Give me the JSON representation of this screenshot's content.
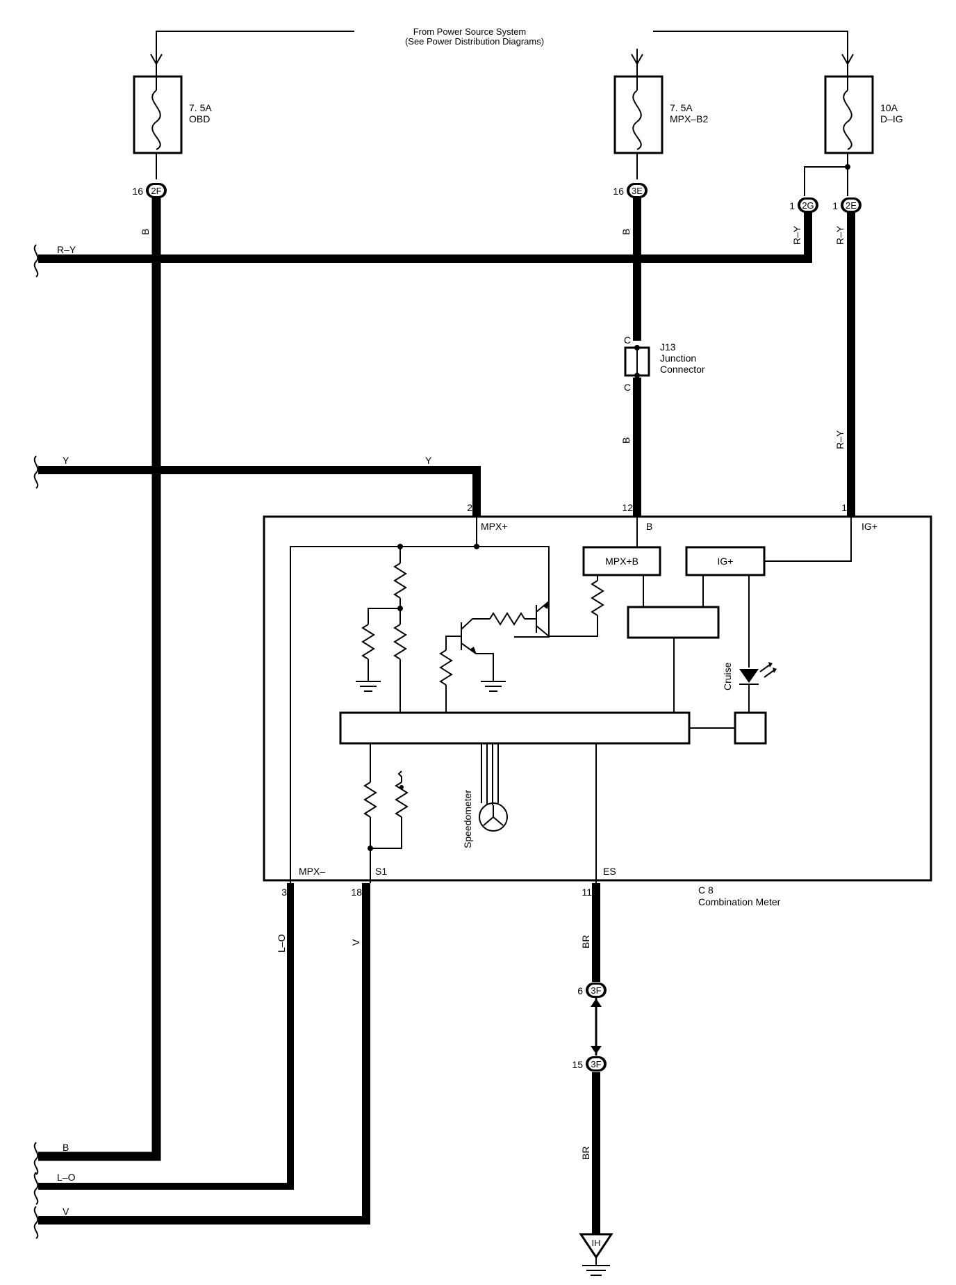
{
  "power_source": {
    "line1": "From Power Source System",
    "line2": "(See Power Distribution Diagrams)"
  },
  "fuses": [
    {
      "rating": "7. 5A",
      "name": "OBD"
    },
    {
      "rating": "7. 5A",
      "name": "MPX–B2"
    },
    {
      "rating": "10A",
      "name": "D–IG"
    }
  ],
  "connectors": [
    {
      "id": "2F",
      "pin": "16"
    },
    {
      "id": "3E",
      "pin": "16"
    },
    {
      "id": "2G",
      "pin": "1"
    },
    {
      "id": "2E",
      "pin": "1"
    },
    {
      "id": "3F",
      "pin": "6"
    },
    {
      "id": "3F",
      "pin": "15"
    }
  ],
  "junction": {
    "id": "J13",
    "line1": "Junction",
    "line2": "Connector",
    "pin_top": "C",
    "pin_bottom": "C"
  },
  "wire_colors": {
    "obd_fuse_wire": "B",
    "ry_left": "R–Y",
    "ry_2g": "R–Y",
    "ry_2e_top": "R–Y",
    "ry_2e_lower": "R–Y",
    "b_3e": "B",
    "b_j13_lower": "B",
    "y_left": "Y",
    "y_mid": "Y",
    "lo_vertical": "L–O",
    "v_vertical": "V",
    "br_upper": "BR",
    "br_lower": "BR",
    "b_bottom": "B",
    "lo_bottom": "L–O",
    "v_bottom": "V"
  },
  "meter": {
    "id": "C 8",
    "name": "Combination Meter",
    "terminals": {
      "mpx_plus": {
        "name": "MPX+",
        "pin": "2"
      },
      "b": {
        "name": "B",
        "pin": "12"
      },
      "ig_plus": {
        "name": "IG+",
        "pin": "1"
      },
      "mpx_minus": {
        "name": "MPX–",
        "pin": "3"
      },
      "s1": {
        "name": "S1",
        "pin": "18"
      },
      "es": {
        "name": "ES",
        "pin": "11"
      }
    },
    "blocks": {
      "mpxb": "MPX+B",
      "igp": "IG+"
    },
    "cruise": "Cruise",
    "speedometer": "Speedometer"
  },
  "ground": {
    "id": "IH"
  }
}
